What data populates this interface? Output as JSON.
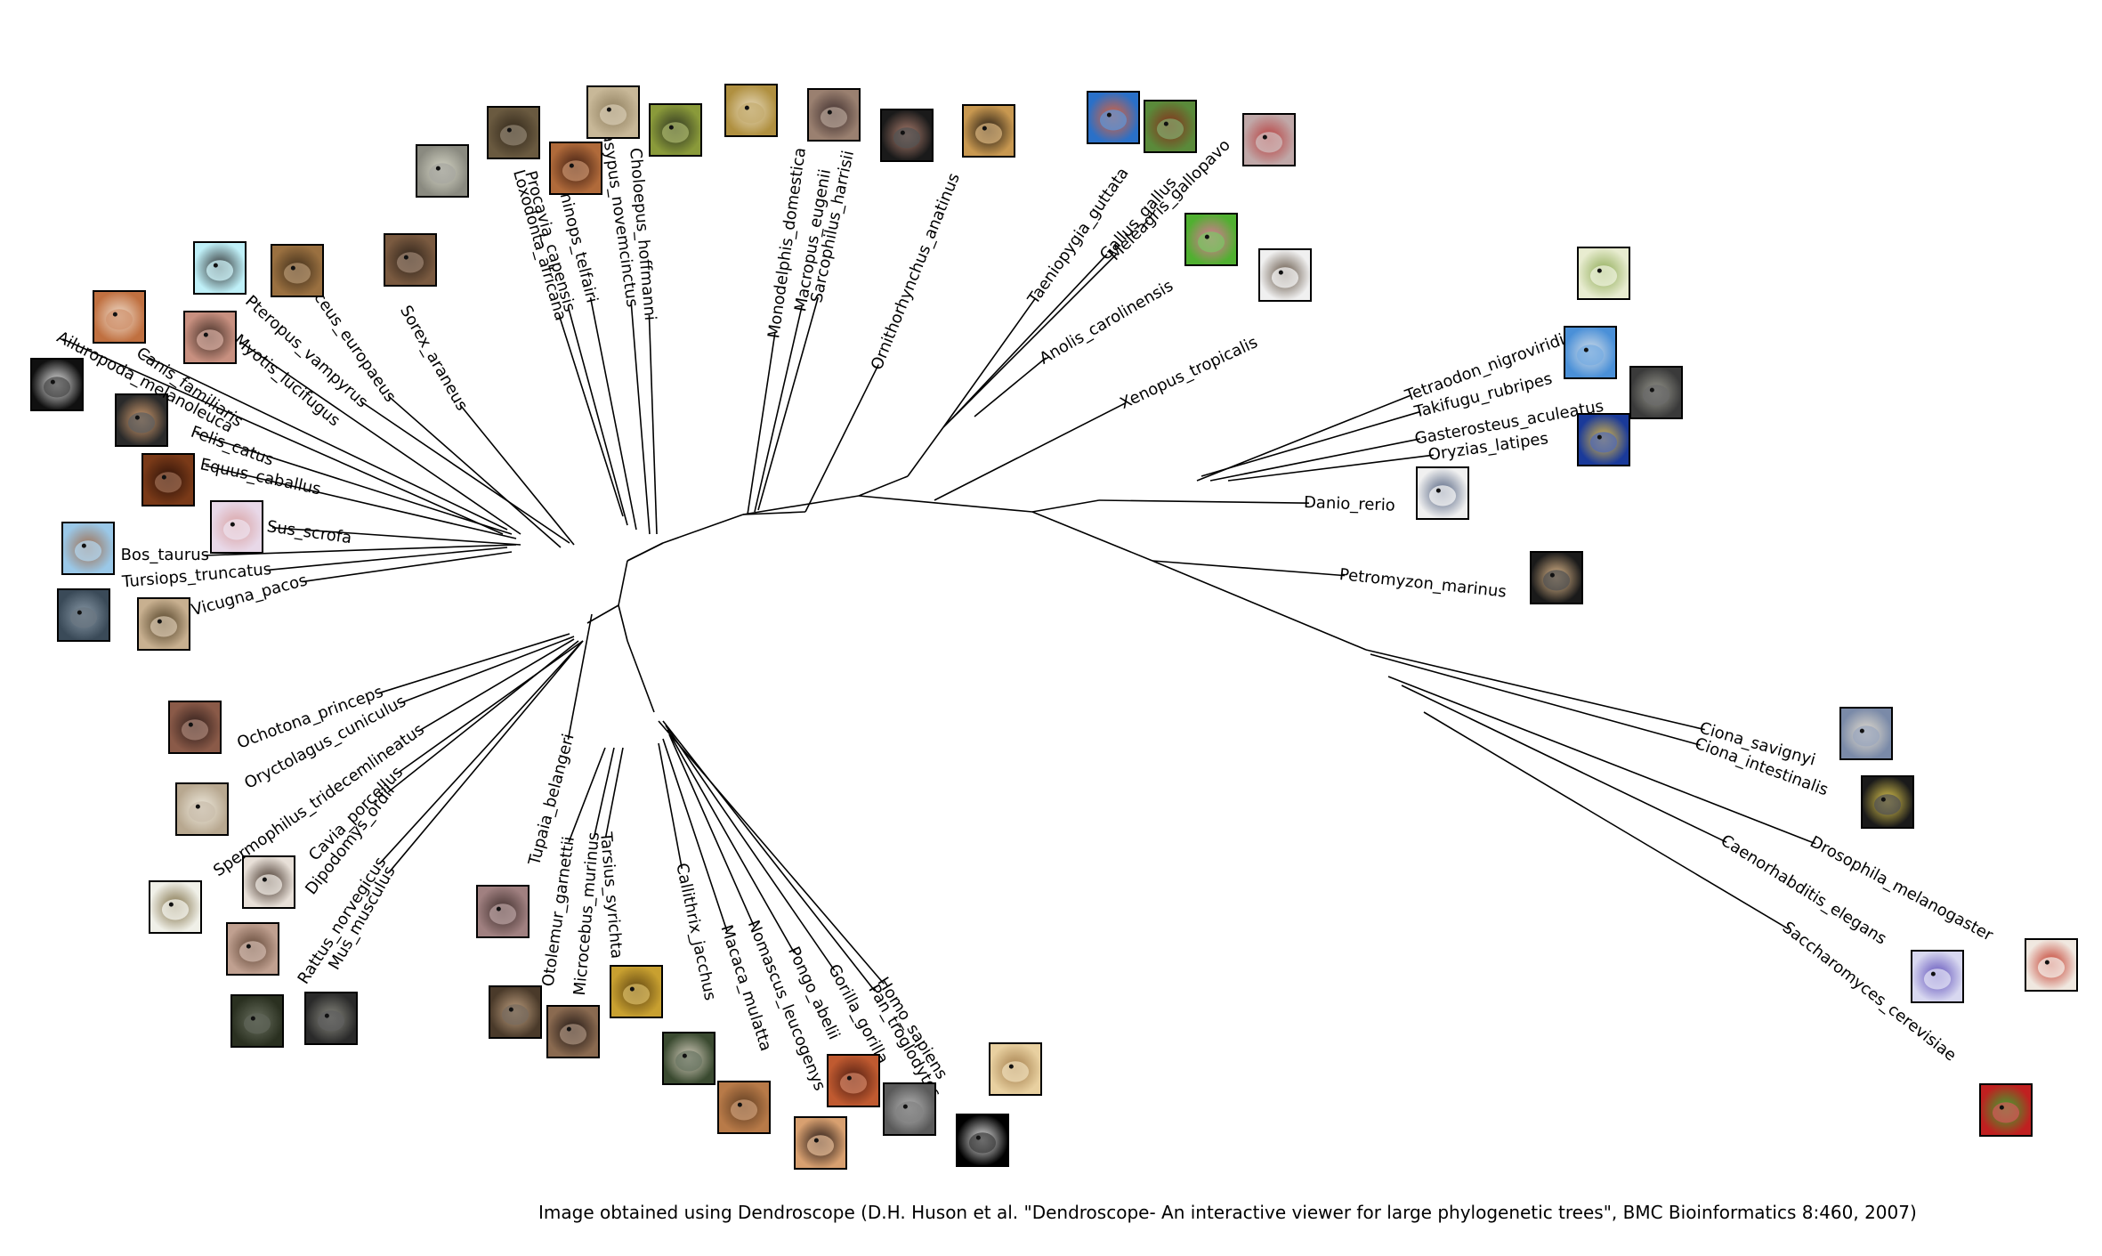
{
  "credit": "Image obtained using Dendroscope (D.H. Huson et al. \"Dendroscope- An interactive viewer for large phylogenetic trees\", BMC Bioinformatics 8:460, 2007)",
  "tree": {
    "taxa": [
      {
        "id": "pteropus",
        "label": "Pteropus_vampyrus",
        "icon": "bat-silhouette-icon",
        "colors": [
          "#bff0f8",
          "#2a2a2a"
        ]
      },
      {
        "id": "erinaceus",
        "label": "Erinaceus_europaeus",
        "icon": "hedgehog-icon",
        "colors": [
          "#9a7040",
          "#3a2a18"
        ]
      },
      {
        "id": "sorex",
        "label": "Sorex_araneus",
        "icon": "shrew-icon",
        "colors": [
          "#7a5a40",
          "#2a2018"
        ]
      },
      {
        "id": "loxodonta",
        "label": "Loxodonta_africana",
        "icon": "elephant-icon",
        "colors": [
          "#8a8a80",
          "#d8d8c8"
        ]
      },
      {
        "id": "procavia",
        "label": "Procavia_capensis",
        "icon": "hyrax-icon",
        "colors": [
          "#6a5a40",
          "#2e2418"
        ]
      },
      {
        "id": "echinops",
        "label": "Echinops_telfairi",
        "icon": "tenrec-icon",
        "colors": [
          "#b06a3a",
          "#3a1a10"
        ]
      },
      {
        "id": "dasypus",
        "label": "Dasypus_novemcinctus",
        "icon": "armadillo-icon",
        "colors": [
          "#c8b898",
          "#8a7a5a"
        ]
      },
      {
        "id": "choloepus",
        "label": "Choloepus_hoffmanni",
        "icon": "sloth-icon",
        "colors": [
          "#8a9a3a",
          "#2a3020"
        ]
      },
      {
        "id": "monodelphis",
        "label": "Monodelphis_domestica",
        "icon": "opossum-icon",
        "colors": [
          "#b09040",
          "#e8dcc0"
        ]
      },
      {
        "id": "macropus",
        "label": "Macropus_eugenii",
        "icon": "wallaby-icon",
        "colors": [
          "#9a8070",
          "#3a2a2a"
        ]
      },
      {
        "id": "sarcophilus",
        "label": "Sarcophilus_harrisii",
        "icon": "tasmanian-devil-icon",
        "colors": [
          "#1a1a1a",
          "#b08070"
        ]
      },
      {
        "id": "ornithorhynchus",
        "label": "Ornithorhynchus_anatinus",
        "icon": "platypus-icon",
        "colors": [
          "#c89850",
          "#1a1410"
        ]
      },
      {
        "id": "taeniopygia",
        "label": "Taeniopygia_guttata",
        "icon": "zebra-finch-icon",
        "colors": [
          "#2a70c8",
          "#e86030"
        ]
      },
      {
        "id": "gallus",
        "label": "Gallus_gallus",
        "icon": "chicken-icon",
        "colors": [
          "#5a8a3a",
          "#8a2a1a"
        ]
      },
      {
        "id": "meleagris",
        "label": "Meleagris_gallopavo",
        "icon": "turkey-icon",
        "colors": [
          "#c0a8a8",
          "#b83838"
        ]
      },
      {
        "id": "anolis",
        "label": "Anolis_carolinensis",
        "icon": "anole-lizard-icon",
        "colors": [
          "#50b030",
          "#e870a0"
        ]
      },
      {
        "id": "xenopus",
        "label": "Xenopus_tropicalis",
        "icon": "frog-icon",
        "colors": [
          "#f0f0f0",
          "#5a4a3a"
        ]
      },
      {
        "id": "tetraodon",
        "label": "Tetraodon_nigroviridis",
        "icon": "pufferfish-icon",
        "colors": [
          "#e8ecd0",
          "#8aa850"
        ]
      },
      {
        "id": "takifugu",
        "label": "Takifugu_rubripes",
        "icon": "fugu-icon",
        "colors": [
          "#4a90d8",
          "#d8e0e8"
        ]
      },
      {
        "id": "gasterosteus",
        "label": "Gasterosteus_aculeatus",
        "icon": "stickleback-icon",
        "colors": [
          "#3a3a3a",
          "#9a9a90"
        ]
      },
      {
        "id": "oryzias",
        "label": "Oryzias_latipes",
        "icon": "medaka-icon",
        "colors": [
          "#1a3a9a",
          "#e8c040"
        ]
      },
      {
        "id": "danio",
        "label": "Danio_rerio",
        "icon": "zebrafish-icon",
        "colors": [
          "#f0f0f0",
          "#4a5a7a"
        ]
      },
      {
        "id": "petromyzon",
        "label": "Petromyzon_marinus",
        "icon": "lamprey-mouth-icon",
        "colors": [
          "#1a1a1a",
          "#e8c090"
        ]
      },
      {
        "id": "ciona_s",
        "label": "Ciona_savignyi",
        "icon": "sea-squirt-icon",
        "colors": [
          "#7a8aa8",
          "#e8e0d0"
        ]
      },
      {
        "id": "ciona_i",
        "label": "Ciona_intestinalis",
        "icon": "sea-squirt-icon",
        "colors": [
          "#1a1a1a",
          "#e8d050"
        ]
      },
      {
        "id": "drosophila",
        "label": "Drosophila_melanogaster",
        "icon": "fruit-fly-icon",
        "colors": [
          "#f0e8e0",
          "#c03020"
        ]
      },
      {
        "id": "caenorhabditis",
        "label": "Caenorhabditis_elegans",
        "icon": "nematode-icon",
        "colors": [
          "#d8d8f0",
          "#5a4ab8"
        ]
      },
      {
        "id": "saccharomyces",
        "label": "Saccharomyces_cerevisiae",
        "icon": "yeast-cell-icon",
        "colors": [
          "#c02020",
          "#30b030"
        ]
      },
      {
        "id": "homo",
        "label": "Homo_sapiens",
        "icon": "vitruvian-man-icon",
        "colors": [
          "#e8d0a0",
          "#a07a48"
        ]
      },
      {
        "id": "pan",
        "label": "Pan_troglodytes",
        "icon": "chimpanzee-icon",
        "colors": [
          "#000000",
          "#f0f0f0"
        ]
      },
      {
        "id": "gorilla",
        "label": "Gorilla_gorilla",
        "icon": "gorilla-icon",
        "colors": [
          "#5a5a5a",
          "#b8b8b8"
        ]
      },
      {
        "id": "pongo",
        "label": "Pongo_abelii",
        "icon": "orangutan-icon",
        "colors": [
          "#c05a30",
          "#4a1a10"
        ]
      },
      {
        "id": "nomascus",
        "label": "Nomascus_leucogenys",
        "icon": "gibbon-icon",
        "colors": [
          "#d8a070",
          "#1a1010"
        ]
      },
      {
        "id": "macaca",
        "label": "Macaca_mulatta",
        "icon": "macaque-icon",
        "colors": [
          "#b87a48",
          "#5a3a20"
        ]
      },
      {
        "id": "callithrix",
        "label": "Callithrix_jacchus",
        "icon": "marmoset-icon",
        "colors": [
          "#3a4a30",
          "#d8d0c0"
        ]
      },
      {
        "id": "tarsius",
        "label": "Tarsius_syrichta",
        "icon": "tarsier-icon",
        "colors": [
          "#c8a030",
          "#5a4010"
        ]
      },
      {
        "id": "microcebus",
        "label": "Microcebus_murinus",
        "icon": "mouse-lemur-icon",
        "colors": [
          "#8a6a50",
          "#1a1210"
        ]
      },
      {
        "id": "otolemur",
        "label": "Otolemur_garnettii",
        "icon": "galago-icon",
        "colors": [
          "#4a3a2a",
          "#c0a080"
        ]
      },
      {
        "id": "tupaia",
        "label": "Tupaia_belangeri",
        "icon": "tree-shrew-icon",
        "colors": [
          "#a08080",
          "#3a2a28"
        ]
      },
      {
        "id": "mus",
        "label": "Mus_musculus",
        "icon": "mouse-icon",
        "colors": [
          "#2a2a2a",
          "#8a8a80"
        ]
      },
      {
        "id": "rattus",
        "label": "Rattus_norvegicus",
        "icon": "rat-icon",
        "colors": [
          "#2a3020",
          "#6a7060"
        ]
      },
      {
        "id": "dipodomys",
        "label": "Dipodomys_ordii",
        "icon": "kangaroo-rat-icon",
        "colors": [
          "#c0a090",
          "#5a4030"
        ]
      },
      {
        "id": "cavia",
        "label": "Cavia_porcellus",
        "icon": "guinea-pig-icon",
        "colors": [
          "#e8e0d8",
          "#3a2a20"
        ]
      },
      {
        "id": "spermophilus",
        "label": "Spermophilus_tridecemlineatus",
        "icon": "ground-squirrel-icon",
        "colors": [
          "#f0f0e8",
          "#7a6a40"
        ]
      },
      {
        "id": "oryctolagus",
        "label": "Oryctolagus_cuniculus",
        "icon": "rabbit-icon",
        "colors": [
          "#b8a890",
          "#f0ece0"
        ]
      },
      {
        "id": "ochotona",
        "label": "Ochotona_princeps",
        "icon": "pika-icon",
        "colors": [
          "#8a5a48",
          "#2a1a18"
        ]
      },
      {
        "id": "vicugna",
        "label": "Vicugna_pacos",
        "icon": "alpaca-icon",
        "colors": [
          "#c8b090",
          "#4a3a20"
        ]
      },
      {
        "id": "tursiops",
        "label": "Tursiops_truncatus",
        "icon": "dolphin-icon",
        "colors": [
          "#3a4a58",
          "#8a9aa8"
        ]
      },
      {
        "id": "bos",
        "label": "Bos_taurus",
        "icon": "cow-icon",
        "colors": [
          "#9ac8e8",
          "#a06a48"
        ]
      },
      {
        "id": "sus",
        "label": "Sus_scrofa",
        "icon": "pig-icon",
        "colors": [
          "#e8d8e8",
          "#d8a0a0"
        ]
      },
      {
        "id": "equus",
        "label": "Equus_caballus",
        "icon": "horse-icon",
        "colors": [
          "#7a3a18",
          "#2a1008"
        ]
      },
      {
        "id": "felis",
        "label": "Felis_catus",
        "icon": "cat-icon",
        "colors": [
          "#2a2a2a",
          "#d8a070"
        ]
      },
      {
        "id": "ailuropoda",
        "label": "Ailuropoda_melanoleuca",
        "icon": "panda-icon",
        "colors": [
          "#101010",
          "#f0f0f0"
        ]
      },
      {
        "id": "canis",
        "label": "Canis_familiaris",
        "icon": "dog-icon",
        "colors": [
          "#c07040",
          "#f0e0d0"
        ]
      },
      {
        "id": "myotis",
        "label": "Myotis_lucifugus",
        "icon": "bat-face-icon",
        "colors": [
          "#c89080",
          "#3a2820"
        ]
      }
    ]
  }
}
